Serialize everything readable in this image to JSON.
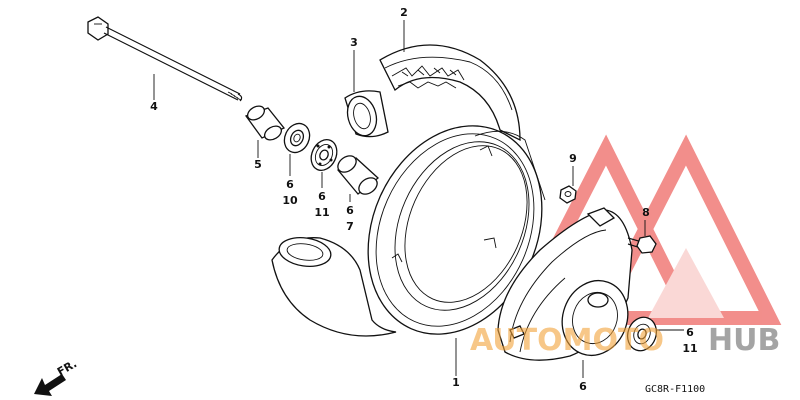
{
  "diagram": {
    "diagram_code": "GC8R-F1100",
    "direction_label": "FR.",
    "callouts": {
      "tire": "2",
      "tube": "3",
      "axle": "4",
      "collar": "5",
      "seal_left": "6",
      "seal_left_sub": "10",
      "bearing_left": "6",
      "bearing_left_sub": "11",
      "spacer": "6",
      "spacer_sub": "7",
      "nut": "9",
      "bolt": "8",
      "rim": "1",
      "hub": "6",
      "bearing_right": "6",
      "bearing_right_sub": "11"
    }
  },
  "watermark": {
    "brand_left": "AUTOMOTO",
    "brand_right": "HUB",
    "color_primary": "#e8322d",
    "color_secondary": "#f2a33a"
  }
}
